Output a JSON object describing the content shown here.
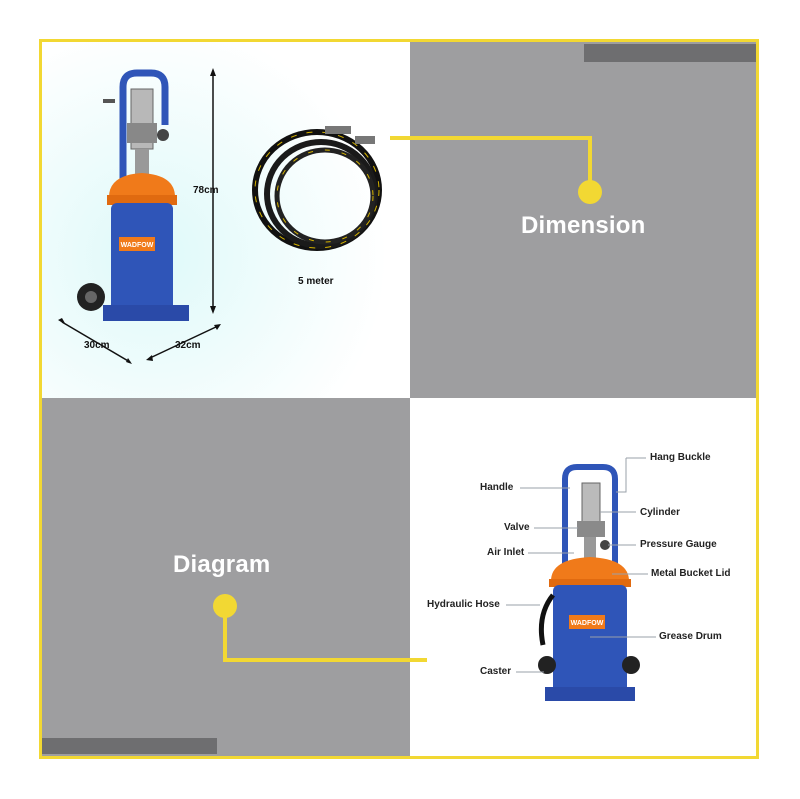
{
  "sections": {
    "dimension_title": "Dimension",
    "diagram_title": "Diagram"
  },
  "dimensions": {
    "height": "78cm",
    "width": "30cm",
    "depth": "32cm",
    "hose_length": "5 meter"
  },
  "brand": "WADFOW",
  "parts": {
    "hang_buckle": "Hang Buckle",
    "handle": "Handle",
    "cylinder": "Cylinder",
    "valve": "Valve",
    "air_inlet": "Air Inlet",
    "pressure_gauge": "Pressure Gauge",
    "metal_bucket_lid": "Metal Bucket Lid",
    "hydraulic_hose": "Hydraulic Hose",
    "grease_drum": "Grease Drum",
    "caster": "Caster"
  },
  "colors": {
    "accent_yellow": "#f2d833",
    "pump_blue": "#2f55b8",
    "lid_orange": "#f07a1a",
    "panel_gray": "#9e9ea0"
  }
}
